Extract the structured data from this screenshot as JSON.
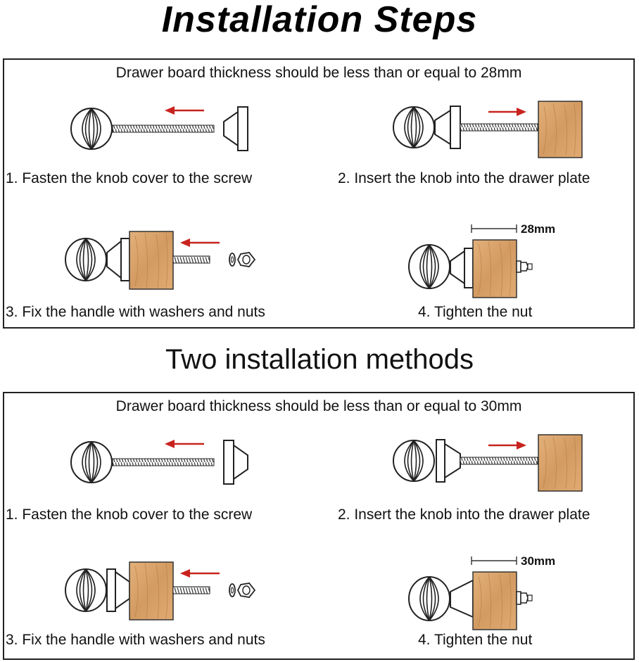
{
  "title": "Installation Steps",
  "subtitle": "Two installation methods",
  "panels": [
    {
      "note": "Drawer board thickness should be less than or equal to 28mm",
      "dimension": "28mm",
      "steps": [
        "1. Fasten the knob cover to the screw",
        "2. Insert the knob into the drawer plate",
        "3. Fix the handle with washers and nuts",
        "4. Tighten the nut"
      ]
    },
    {
      "note": "Drawer board thickness should be less than or equal to 30mm",
      "dimension": "30mm",
      "steps": [
        "1. Fasten the knob cover to the screw",
        "2. Insert the knob into the drawer plate",
        "3. Fix the handle with washers and nuts",
        "4. Tighten the nut"
      ]
    }
  ],
  "colors": {
    "arrow": "#c8231e",
    "wood": "#d9a469",
    "line": "#222222"
  },
  "icons": [
    "knob-icon",
    "screw-icon",
    "knob-cover-icon",
    "drawer-plate-icon",
    "washer-icon",
    "nut-icon",
    "arrow-left-icon",
    "arrow-right-icon"
  ]
}
